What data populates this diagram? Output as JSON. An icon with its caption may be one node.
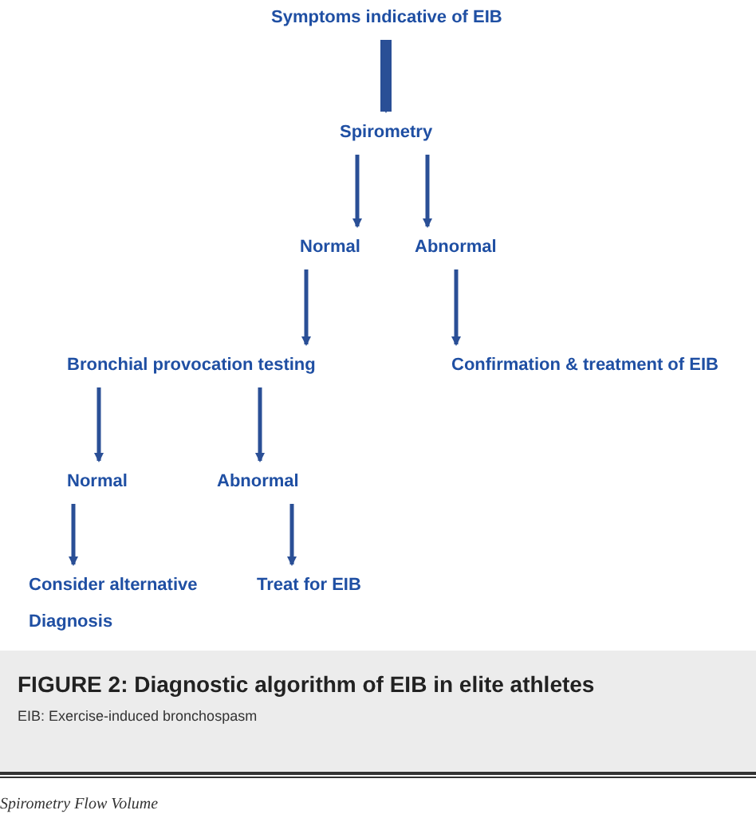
{
  "diagram": {
    "caption": "FIGURE 2: Diagnostic algorithm of EIB in elite athletes",
    "nodes": [
      {
        "text": [
          "Symptoms indicative of EIB"
        ]
      },
      {
        "text": [
          "Spirometry"
        ]
      },
      {
        "text": [
          "Normal"
        ]
      },
      {
        "text": [
          "Abnormal"
        ]
      },
      {
        "text": [
          "Bronchial provocation testing"
        ]
      },
      {
        "text": [
          "Confirmation & treatment of EIB"
        ]
      },
      {
        "text": [
          "Normal"
        ]
      },
      {
        "text": [
          "Abnormal"
        ]
      },
      {
        "text": [
          "Consider alternative Diagnosis"
        ]
      },
      {
        "text": [
          "Treat for EIB"
        ]
      }
    ],
    "edges": [
      {
        "from": 0,
        "to": 1,
        "arrow": "to",
        "style": "thick"
      },
      {
        "from": 1,
        "to": 2,
        "arrow": "to"
      },
      {
        "from": 1,
        "to": 3,
        "arrow": "to"
      },
      {
        "from": 2,
        "to": 4,
        "arrow": "to"
      },
      {
        "from": 3,
        "to": 5,
        "arrow": "to"
      },
      {
        "from": 4,
        "to": 6,
        "arrow": "to"
      },
      {
        "from": 4,
        "to": 7,
        "arrow": "to"
      },
      {
        "from": 6,
        "to": 8,
        "arrow": "to"
      },
      {
        "from": 7,
        "to": 9,
        "arrow": "to"
      }
    ],
    "labels": [
      "EIB: Exercise-induced bronchospasm",
      "Spirometry Flow Volume"
    ]
  }
}
